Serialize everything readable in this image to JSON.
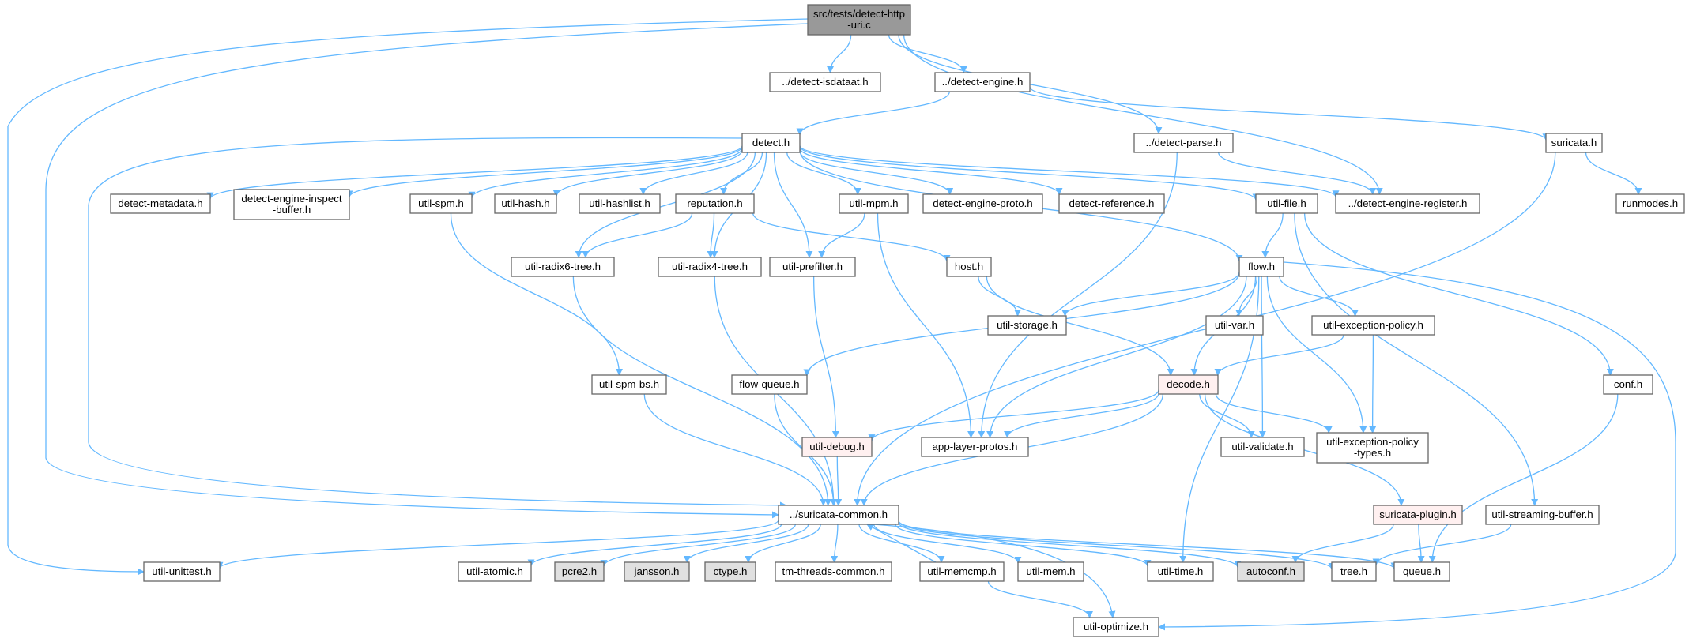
{
  "diagram": {
    "type": "include-dependency-graph",
    "colors": {
      "root_fill": "#999999",
      "node_fill": "#ffffff",
      "missing_fill": "#e0e0e0",
      "truncated_border": "#ff0000",
      "truncated_fill": "#fff0f0",
      "normal_border": "#666666",
      "edge": "#63b8ff"
    },
    "nodes": [
      {
        "id": "root",
        "lines": [
          "src/tests/detect-http",
          "-uri.c"
        ],
        "style": "root"
      },
      {
        "id": "isdataat",
        "lines": [
          "../detect-isdataat.h"
        ],
        "style": "normal"
      },
      {
        "id": "engine",
        "lines": [
          "../detect-engine.h"
        ],
        "style": "normal"
      },
      {
        "id": "detect",
        "lines": [
          "detect.h"
        ],
        "style": "normal"
      },
      {
        "id": "parse",
        "lines": [
          "../detect-parse.h"
        ],
        "style": "normal"
      },
      {
        "id": "suricata",
        "lines": [
          "suricata.h"
        ],
        "style": "normal"
      },
      {
        "id": "metadata",
        "lines": [
          "detect-metadata.h"
        ],
        "style": "normal"
      },
      {
        "id": "inspect",
        "lines": [
          "detect-engine-inspect",
          "-buffer.h"
        ],
        "style": "normal"
      },
      {
        "id": "spm",
        "lines": [
          "util-spm.h"
        ],
        "style": "normal"
      },
      {
        "id": "hash",
        "lines": [
          "util-hash.h"
        ],
        "style": "normal"
      },
      {
        "id": "hashlist",
        "lines": [
          "util-hashlist.h"
        ],
        "style": "normal"
      },
      {
        "id": "reputation",
        "lines": [
          "reputation.h"
        ],
        "style": "normal"
      },
      {
        "id": "mpm",
        "lines": [
          "util-mpm.h"
        ],
        "style": "normal"
      },
      {
        "id": "proto",
        "lines": [
          "detect-engine-proto.h"
        ],
        "style": "normal"
      },
      {
        "id": "reference",
        "lines": [
          "detect-reference.h"
        ],
        "style": "normal"
      },
      {
        "id": "file",
        "lines": [
          "util-file.h"
        ],
        "style": "normal"
      },
      {
        "id": "register",
        "lines": [
          "../detect-engine-register.h"
        ],
        "style": "normal"
      },
      {
        "id": "runmodes",
        "lines": [
          "runmodes.h"
        ],
        "style": "normal"
      },
      {
        "id": "radix6",
        "lines": [
          "util-radix6-tree.h"
        ],
        "style": "normal"
      },
      {
        "id": "radix4",
        "lines": [
          "util-radix4-tree.h"
        ],
        "style": "normal"
      },
      {
        "id": "prefilter",
        "lines": [
          "util-prefilter.h"
        ],
        "style": "normal"
      },
      {
        "id": "host",
        "lines": [
          "host.h"
        ],
        "style": "normal"
      },
      {
        "id": "flow",
        "lines": [
          "flow.h"
        ],
        "style": "normal"
      },
      {
        "id": "storage",
        "lines": [
          "util-storage.h"
        ],
        "style": "normal"
      },
      {
        "id": "var",
        "lines": [
          "util-var.h"
        ],
        "style": "normal"
      },
      {
        "id": "excpol",
        "lines": [
          "util-exception-policy.h"
        ],
        "style": "normal"
      },
      {
        "id": "spmbs",
        "lines": [
          "util-spm-bs.h"
        ],
        "style": "normal"
      },
      {
        "id": "flowqueue",
        "lines": [
          "flow-queue.h"
        ],
        "style": "normal"
      },
      {
        "id": "decode",
        "lines": [
          "decode.h"
        ],
        "style": "truncated"
      },
      {
        "id": "conf",
        "lines": [
          "conf.h"
        ],
        "style": "normal"
      },
      {
        "id": "debug",
        "lines": [
          "util-debug.h"
        ],
        "style": "truncated"
      },
      {
        "id": "alproto",
        "lines": [
          "app-layer-protos.h"
        ],
        "style": "normal"
      },
      {
        "id": "validate",
        "lines": [
          "util-validate.h"
        ],
        "style": "normal"
      },
      {
        "id": "excpoltypes",
        "lines": [
          "util-exception-policy",
          "-types.h"
        ],
        "style": "normal"
      },
      {
        "id": "common",
        "lines": [
          "../suricata-common.h"
        ],
        "style": "normal"
      },
      {
        "id": "plugin",
        "lines": [
          "suricata-plugin.h"
        ],
        "style": "truncated"
      },
      {
        "id": "streaming",
        "lines": [
          "util-streaming-buffer.h"
        ],
        "style": "normal"
      },
      {
        "id": "unittest",
        "lines": [
          "util-unittest.h"
        ],
        "style": "normal"
      },
      {
        "id": "atomic",
        "lines": [
          "util-atomic.h"
        ],
        "style": "normal"
      },
      {
        "id": "pcre2",
        "lines": [
          "pcre2.h"
        ],
        "style": "missing"
      },
      {
        "id": "jansson",
        "lines": [
          "jansson.h"
        ],
        "style": "missing"
      },
      {
        "id": "ctype",
        "lines": [
          "ctype.h"
        ],
        "style": "missing"
      },
      {
        "id": "tmthreads",
        "lines": [
          "tm-threads-common.h"
        ],
        "style": "normal"
      },
      {
        "id": "memcmp",
        "lines": [
          "util-memcmp.h"
        ],
        "style": "normal"
      },
      {
        "id": "mem",
        "lines": [
          "util-mem.h"
        ],
        "style": "normal"
      },
      {
        "id": "time",
        "lines": [
          "util-time.h"
        ],
        "style": "normal"
      },
      {
        "id": "autoconf",
        "lines": [
          "autoconf.h"
        ],
        "style": "missing"
      },
      {
        "id": "tree",
        "lines": [
          "tree.h"
        ],
        "style": "normal"
      },
      {
        "id": "queue",
        "lines": [
          "queue.h"
        ],
        "style": "normal"
      },
      {
        "id": "optimize",
        "lines": [
          "util-optimize.h"
        ],
        "style": "normal"
      }
    ],
    "edges": [
      [
        "root",
        "isdataat"
      ],
      [
        "root",
        "engine"
      ],
      [
        "root",
        "parse"
      ],
      [
        "root",
        "register"
      ],
      [
        "root",
        "common"
      ],
      [
        "root",
        "unittest"
      ],
      [
        "engine",
        "detect"
      ],
      [
        "engine",
        "suricata"
      ],
      [
        "detect",
        "metadata"
      ],
      [
        "detect",
        "inspect"
      ],
      [
        "detect",
        "spm"
      ],
      [
        "detect",
        "hash"
      ],
      [
        "detect",
        "hashlist"
      ],
      [
        "detect",
        "reputation"
      ],
      [
        "detect",
        "mpm"
      ],
      [
        "detect",
        "proto"
      ],
      [
        "detect",
        "reference"
      ],
      [
        "detect",
        "file"
      ],
      [
        "detect",
        "register"
      ],
      [
        "detect",
        "radix6"
      ],
      [
        "detect",
        "radix4"
      ],
      [
        "detect",
        "prefilter"
      ],
      [
        "detect",
        "flow"
      ],
      [
        "detect",
        "common"
      ],
      [
        "parse",
        "register"
      ],
      [
        "parse",
        "alproto"
      ],
      [
        "suricata",
        "runmodes"
      ],
      [
        "suricata",
        "common"
      ],
      [
        "spm",
        "spmbs"
      ],
      [
        "reputation",
        "radix6"
      ],
      [
        "reputation",
        "radix4"
      ],
      [
        "reputation",
        "host"
      ],
      [
        "mpm",
        "prefilter"
      ],
      [
        "mpm",
        "alproto"
      ],
      [
        "file",
        "flow"
      ],
      [
        "file",
        "conf"
      ],
      [
        "file",
        "streaming"
      ],
      [
        "radix6",
        "common"
      ],
      [
        "radix4",
        "common"
      ],
      [
        "prefilter",
        "debug"
      ],
      [
        "host",
        "storage"
      ],
      [
        "host",
        "decode"
      ],
      [
        "flow",
        "storage"
      ],
      [
        "flow",
        "var"
      ],
      [
        "flow",
        "excpol"
      ],
      [
        "flow",
        "decode"
      ],
      [
        "flow",
        "flowqueue"
      ],
      [
        "flow",
        "alproto"
      ],
      [
        "flow",
        "validate"
      ],
      [
        "flow",
        "excpoltypes"
      ],
      [
        "flow",
        "time"
      ],
      [
        "flow",
        "optimize"
      ],
      [
        "excpol",
        "decode"
      ],
      [
        "excpol",
        "excpoltypes"
      ],
      [
        "spmbs",
        "common"
      ],
      [
        "flowqueue",
        "common"
      ],
      [
        "decode",
        "debug"
      ],
      [
        "decode",
        "alproto"
      ],
      [
        "decode",
        "validate"
      ],
      [
        "decode",
        "excpoltypes"
      ],
      [
        "decode",
        "common"
      ],
      [
        "decode",
        "plugin"
      ],
      [
        "conf",
        "queue"
      ],
      [
        "debug",
        "common"
      ],
      [
        "plugin",
        "autoconf"
      ],
      [
        "plugin",
        "queue"
      ],
      [
        "streaming",
        "tree"
      ],
      [
        "common",
        "unittest"
      ],
      [
        "common",
        "atomic"
      ],
      [
        "common",
        "pcre2"
      ],
      [
        "common",
        "jansson"
      ],
      [
        "common",
        "ctype"
      ],
      [
        "common",
        "tmthreads"
      ],
      [
        "common",
        "memcmp"
      ],
      [
        "common",
        "mem"
      ],
      [
        "common",
        "time"
      ],
      [
        "common",
        "autoconf"
      ],
      [
        "common",
        "tree"
      ],
      [
        "common",
        "queue"
      ],
      [
        "common",
        "optimize"
      ],
      [
        "memcmp",
        "common"
      ],
      [
        "memcmp",
        "optimize"
      ]
    ]
  }
}
